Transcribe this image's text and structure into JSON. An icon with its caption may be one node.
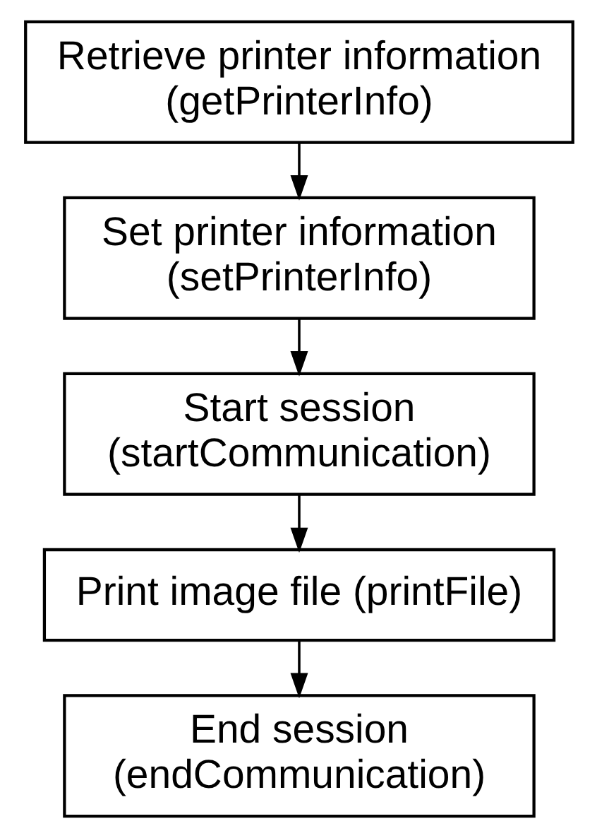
{
  "diagram": {
    "nodes": [
      {
        "text": [
          "Retrieve printer information (getPrinterInfo)"
        ]
      },
      {
        "text": [
          "Set printer information (setPrinterInfo)"
        ]
      },
      {
        "text": [
          "Start session (startCommunication)"
        ]
      },
      {
        "text": [
          "Print image file (printFile)"
        ]
      },
      {
        "text": [
          "End session (endCommunication)"
        ]
      }
    ],
    "edges": [
      {
        "from": 0,
        "to": 1,
        "arrow": "to"
      },
      {
        "from": 1,
        "to": 2,
        "arrow": "to"
      },
      {
        "from": 2,
        "to": 3,
        "arrow": "to"
      },
      {
        "from": 3,
        "to": 4,
        "arrow": "to"
      }
    ]
  }
}
